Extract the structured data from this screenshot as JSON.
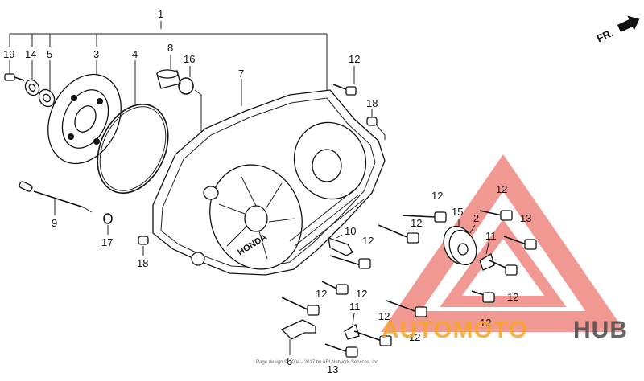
{
  "diagram": {
    "direction_label": "FR.",
    "cover_logo": "HONDA",
    "copyright": "Page design © 2004 - 2017 by ARI Network Services, Inc.",
    "watermark": {
      "word_a": "AUTOMOTO",
      "word_b": "HUB",
      "color_a": "#f5a623",
      "color_b": "#4a4a4a",
      "triangle_color": "#e8453c"
    },
    "callouts": [
      {
        "id": "c1",
        "label": "1"
      },
      {
        "id": "c19",
        "label": "19"
      },
      {
        "id": "c14",
        "label": "14"
      },
      {
        "id": "c5",
        "label": "5"
      },
      {
        "id": "c3",
        "label": "3"
      },
      {
        "id": "c4",
        "label": "4"
      },
      {
        "id": "c8",
        "label": "8"
      },
      {
        "id": "c16",
        "label": "16"
      },
      {
        "id": "c7",
        "label": "7"
      },
      {
        "id": "c12a",
        "label": "12"
      },
      {
        "id": "c18a",
        "label": "18"
      },
      {
        "id": "c9",
        "label": "9"
      },
      {
        "id": "c17",
        "label": "17"
      },
      {
        "id": "c18b",
        "label": "18"
      },
      {
        "id": "c12b",
        "label": "12"
      },
      {
        "id": "c12c",
        "label": "12"
      },
      {
        "id": "c15",
        "label": "15"
      },
      {
        "id": "c2",
        "label": "2"
      },
      {
        "id": "c12d",
        "label": "12"
      },
      {
        "id": "c13a",
        "label": "13"
      },
      {
        "id": "c10",
        "label": "10"
      },
      {
        "id": "c12e",
        "label": "12"
      },
      {
        "id": "c11a",
        "label": "11"
      },
      {
        "id": "c12f",
        "label": "12"
      },
      {
        "id": "c12g",
        "label": "12"
      },
      {
        "id": "c12h",
        "label": "12"
      },
      {
        "id": "c11b",
        "label": "11"
      },
      {
        "id": "c12i",
        "label": "12"
      },
      {
        "id": "c12j",
        "label": "12"
      },
      {
        "id": "c12k",
        "label": "12"
      },
      {
        "id": "c6",
        "label": "6"
      },
      {
        "id": "c13b",
        "label": "13"
      }
    ]
  }
}
